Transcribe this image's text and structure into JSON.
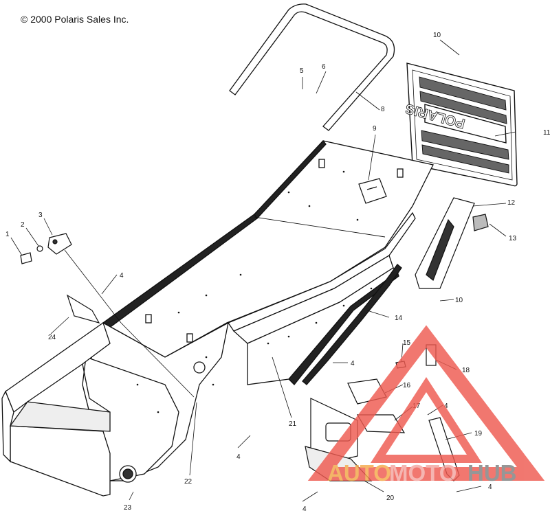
{
  "copyright": "© 2000 Polaris Sales Inc.",
  "callouts": [
    "1",
    "2",
    "3",
    "4",
    "4",
    "4",
    "4",
    "4",
    "4",
    "5",
    "6",
    "8",
    "9",
    "10",
    "10",
    "11",
    "12",
    "13",
    "14",
    "15",
    "16",
    "17",
    "18",
    "19",
    "20",
    "21",
    "22",
    "23",
    "24"
  ],
  "watermark": {
    "parts": [
      "AUTO",
      "MOTO",
      "HUB"
    ],
    "colors": {
      "auto": "#f5a94a",
      "moto": "#f3a6a0",
      "hub": "#7f7f7f",
      "triangle": "#ee5a50"
    }
  },
  "colors": {
    "line": "#111111",
    "fill": "#ffffff",
    "shade": "#d8d8d8",
    "dark": "#555555"
  }
}
